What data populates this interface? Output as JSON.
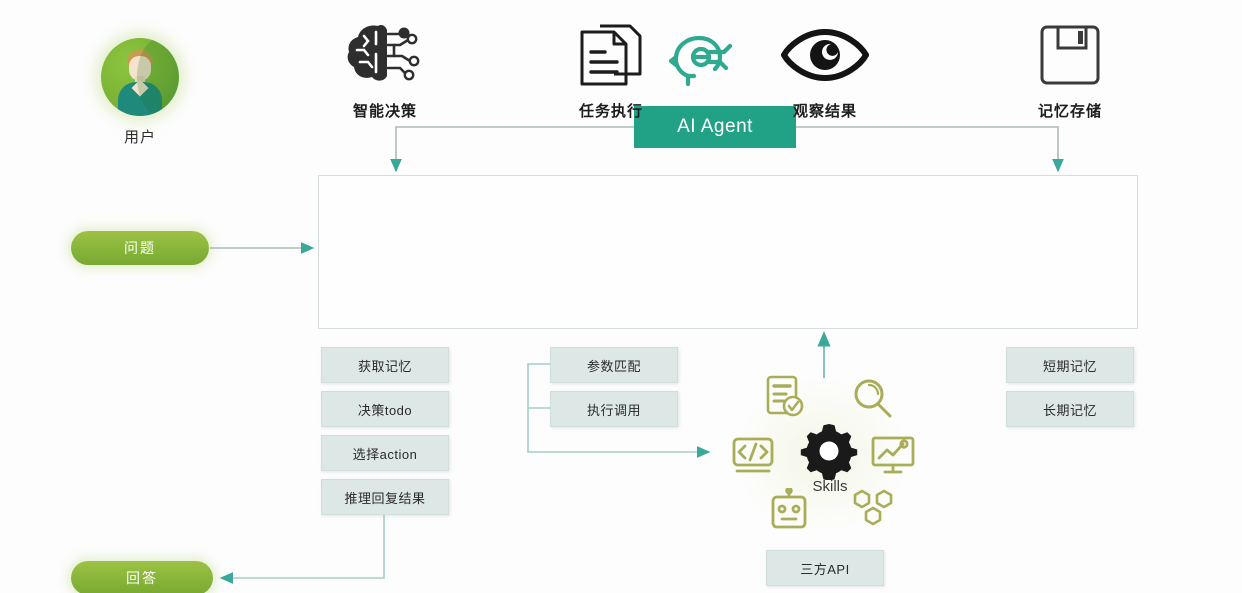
{
  "diagram": {
    "title_icon": "ai-head-icon",
    "colors": {
      "agent_box": "#21a185",
      "pill": "#85b438",
      "arrow_green": "#2f9e7e",
      "wire": "#8fb9b6",
      "tag_bg": "#dde8e6",
      "skill_olive": "#a9ad58"
    }
  },
  "user": {
    "label": "用户",
    "avatar_icon": "user-avatar-icon"
  },
  "agent": {
    "label": "AI Agent",
    "icon": "ai-head-icon"
  },
  "io": {
    "question": "问题",
    "answer": "回答"
  },
  "process": {
    "nodes": [
      {
        "label": "智能决策",
        "icon": "brain-circuit-icon"
      },
      {
        "label": "任务执行",
        "icon": "documents-icon"
      },
      {
        "label": "观察结果",
        "icon": "eye-icon"
      },
      {
        "label": "记忆存储",
        "icon": "floppy-disk-icon"
      }
    ]
  },
  "decision_tags": [
    {
      "label": "获取记忆"
    },
    {
      "label": "决策todo"
    },
    {
      "label": "选择action"
    },
    {
      "label": "推理回复结果"
    }
  ],
  "execution_tags": [
    {
      "label": "参数匹配"
    },
    {
      "label": "执行调用"
    }
  ],
  "memory_tags": [
    {
      "label": "短期记忆"
    },
    {
      "label": "长期记忆"
    }
  ],
  "skills": {
    "label": "Skills",
    "center_icon": "gear-icon",
    "items": [
      {
        "name": "checklist-icon"
      },
      {
        "name": "magnifier-icon"
      },
      {
        "name": "code-icon"
      },
      {
        "name": "chart-monitor-icon"
      },
      {
        "name": "robot-icon"
      },
      {
        "name": "molecule-icon"
      }
    ]
  },
  "api": {
    "label": "三方API"
  }
}
